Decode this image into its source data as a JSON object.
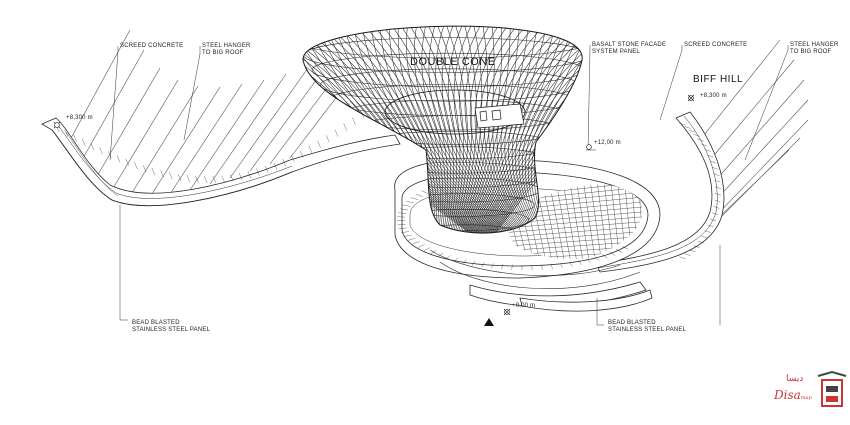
{
  "labels": {
    "double_cone": "DOUBLE CONE",
    "biff_hill": "BIFF HILL",
    "screed_concrete_left": "SCREED CONCRETE",
    "steel_hanger_left_1": "STEEL HANGER",
    "steel_hanger_left_2": "TO BIG ROOF",
    "basalt_1": "BASALT STONE FACADE",
    "basalt_2": "SYSTEM PANEL",
    "screed_concrete_right": "SCREED CONCRETE",
    "steel_hanger_right_1": "STEEL HANGER",
    "steel_hanger_right_2": "TO BIG ROOF",
    "level_left": "+8,300 m",
    "level_right": "+8,300 m",
    "level_mid": "+12,00 m",
    "level_bottom": "+0,00 m",
    "bead_left_1": "BEAD BLASTED",
    "bead_left_2": "STAINLESS STEEL PANEL",
    "bead_right_1": "BEAD BLASTED",
    "bead_right_2": "STAINLESS STEEL PANEL"
  },
  "logo": {
    "name": "Disa",
    "sub": "map",
    "fa": "دیسا",
    "colors": {
      "red": "#cc3333",
      "gray": "#444444"
    }
  },
  "colors": {
    "line": "#2a2a2a",
    "grid": "#333333",
    "bg": "#ffffff"
  }
}
